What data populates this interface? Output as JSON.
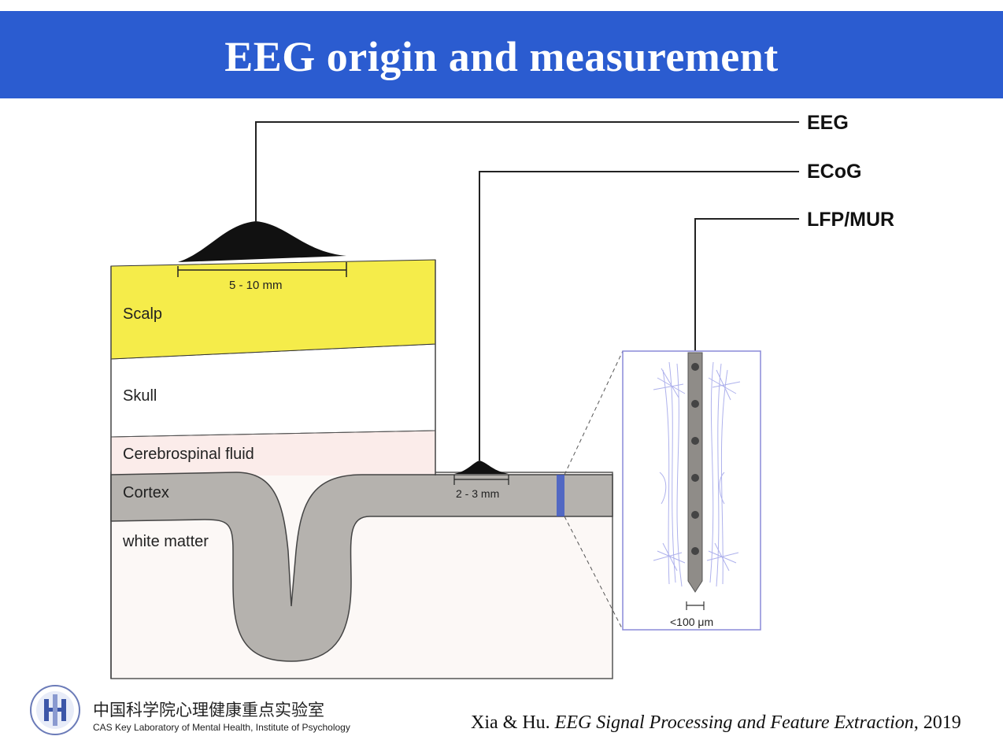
{
  "title": "EEG origin and measurement",
  "labels": {
    "eeg": "EEG",
    "ecog": "ECoG",
    "lfp": "LFP/MUR",
    "eeg_size": "5 - 10 mm",
    "ecog_size": "2 - 3 mm",
    "probe_size": "<100 μm"
  },
  "layers": {
    "scalp": "Scalp",
    "skull": "Skull",
    "csf": "Cerebrospinal fluid",
    "cortex": "Cortex",
    "white_matter": "white matter"
  },
  "colors": {
    "title_bar": "#2b5cd0",
    "scalp": "#f5ec4a",
    "csf": "#fbecea",
    "cortex": "#b5b2ae",
    "white_matter": "#fcf8f6",
    "neuron": "#9a9ee8"
  },
  "footer": {
    "lab_cn": "中国科学院心理健康重点实验室",
    "lab_en": "CAS Key Laboratory of Mental Health, Institute of Psychology",
    "citation_authors": "Xia & Hu. ",
    "citation_title": "EEG Signal Processing and Feature Extraction",
    "citation_year": ", 2019"
  }
}
